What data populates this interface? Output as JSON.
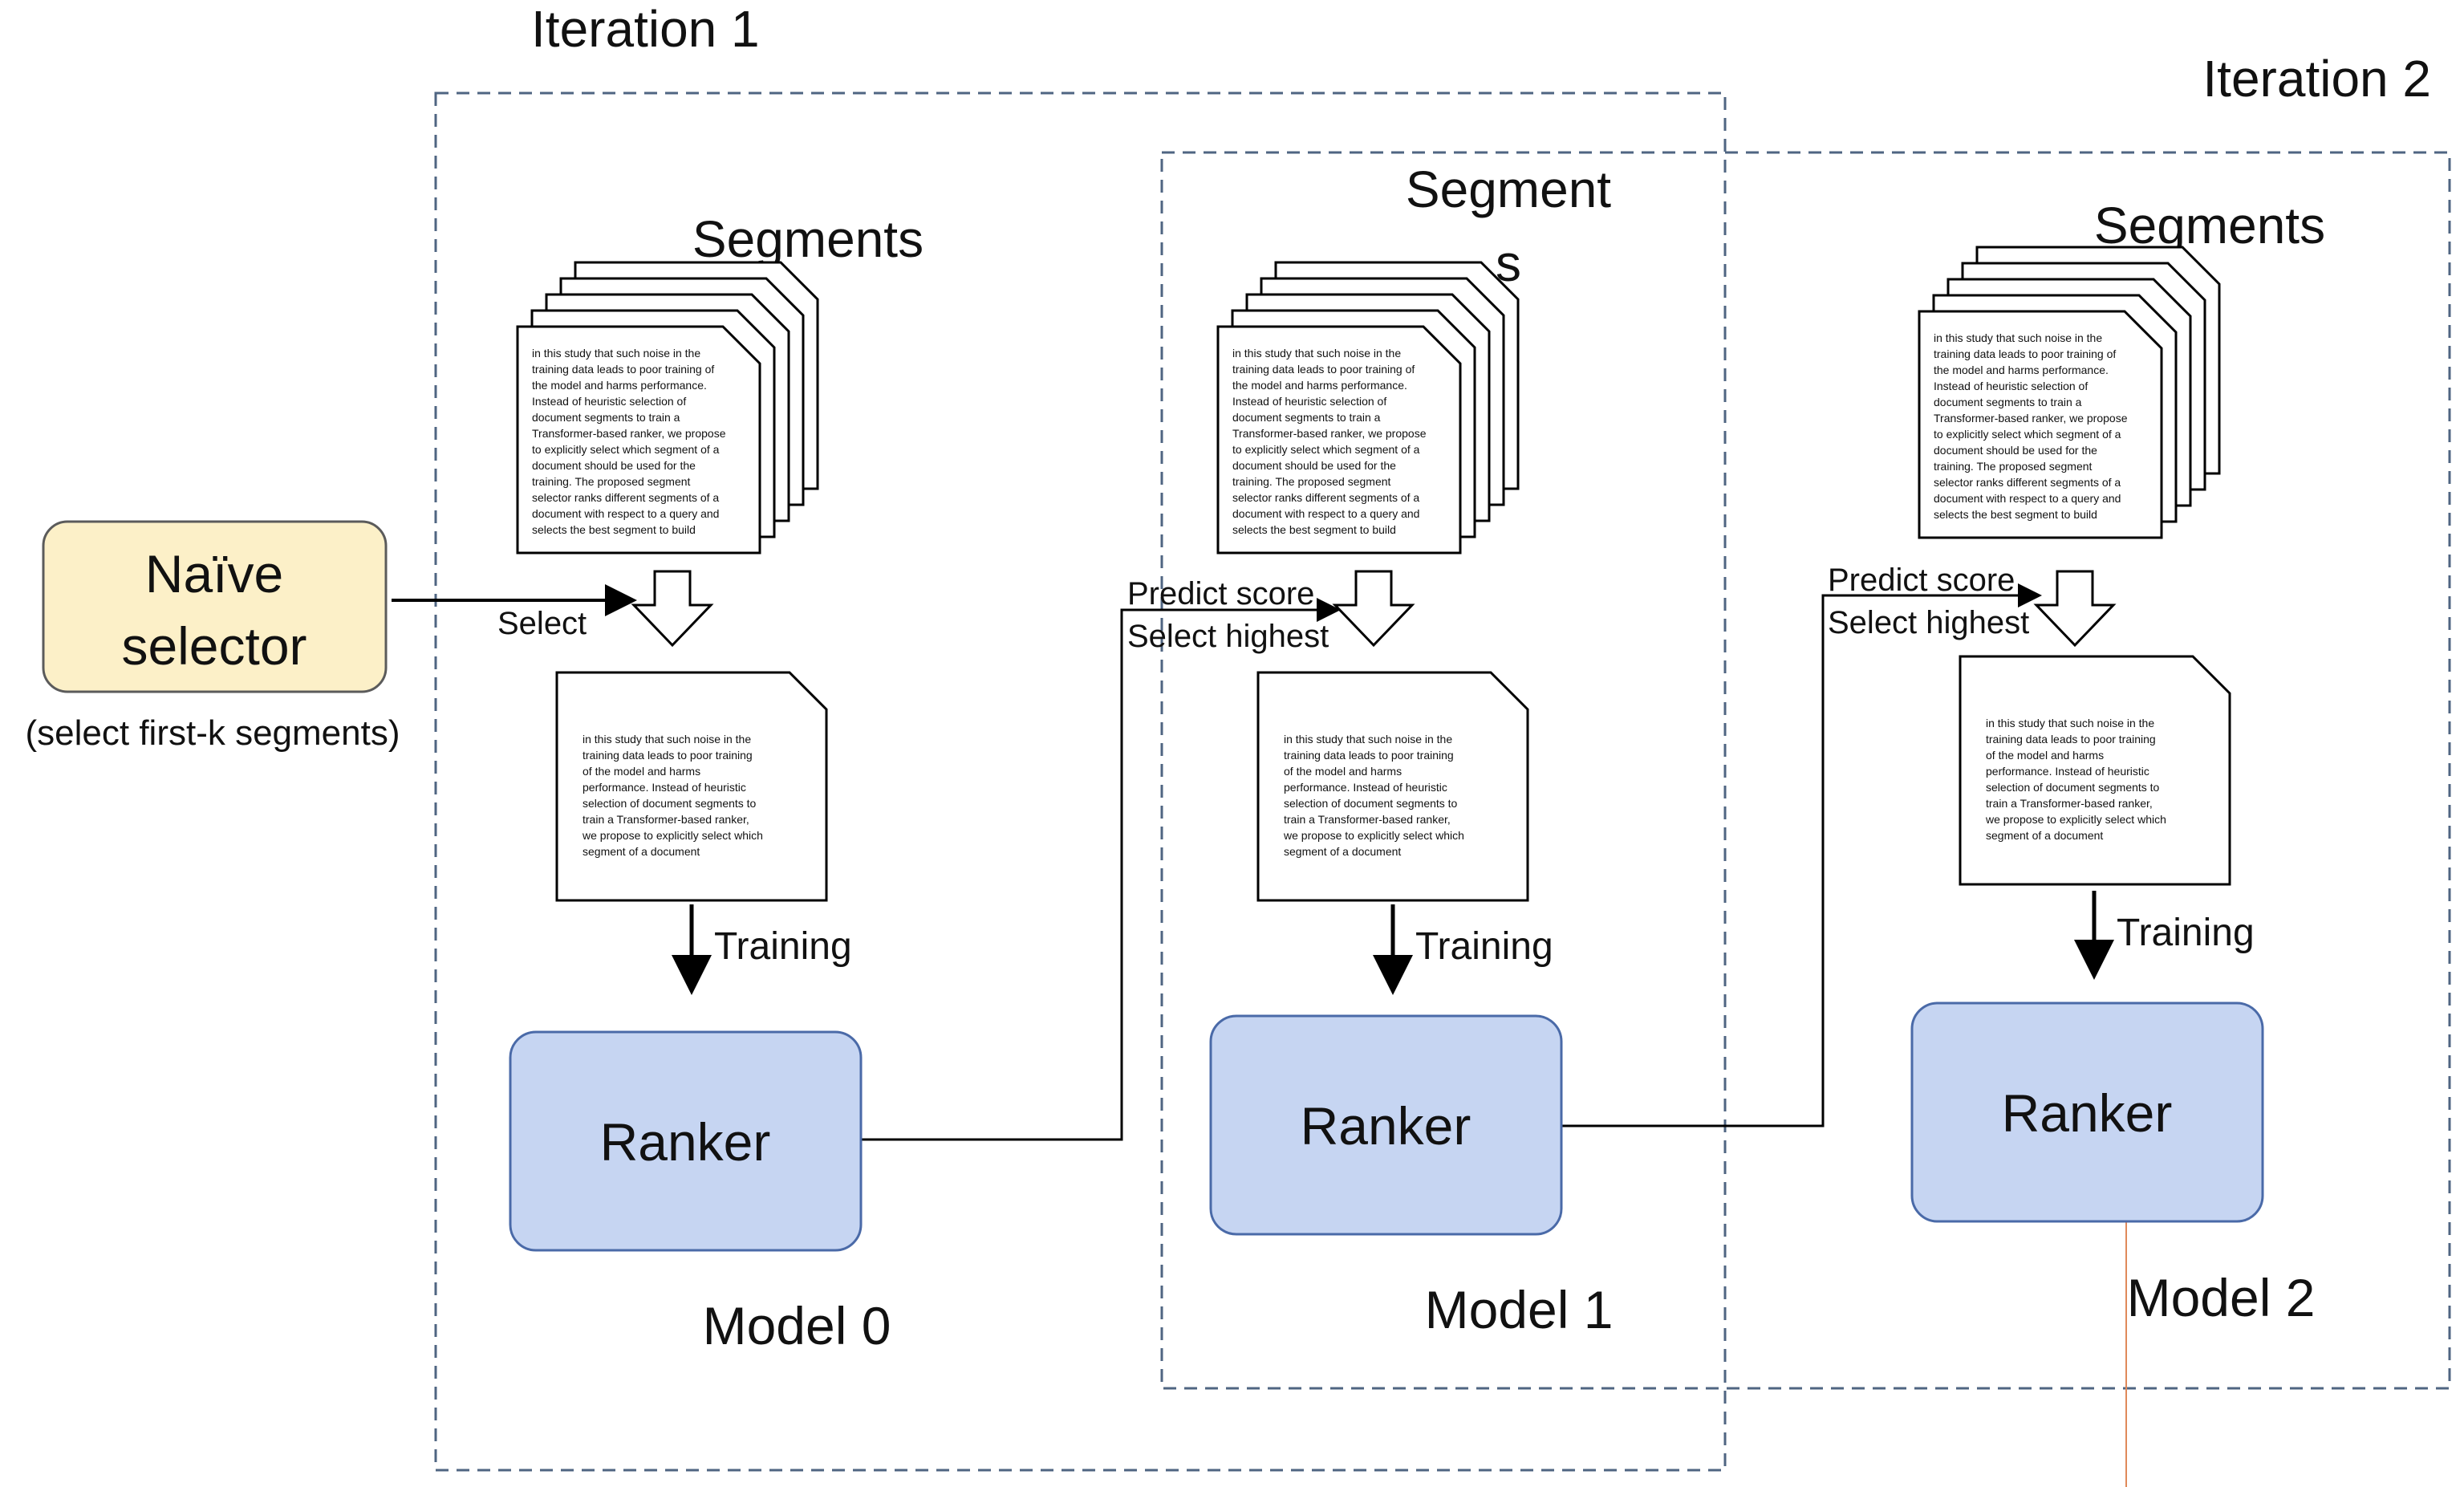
{
  "iterations": [
    {
      "label": "Iteration 1"
    },
    {
      "label": "Iteration 2"
    }
  ],
  "naive_selector": {
    "label_lines": [
      "Naïve",
      "selector"
    ],
    "caption": "(select first-k segments)"
  },
  "stages": [
    {
      "segments_title_lines": [
        "Segments"
      ],
      "input_label_lines": [
        "Select"
      ],
      "training_label": "Training",
      "ranker_label": "Ranker",
      "model_label": "Model 0"
    },
    {
      "segments_title_lines": [
        "Segment",
        "s"
      ],
      "input_label_lines": [
        "Predict score",
        "Select highest"
      ],
      "training_label": "Training",
      "ranker_label": "Ranker",
      "model_label": "Model 1"
    },
    {
      "segments_title_lines": [
        "Segments"
      ],
      "input_label_lines": [
        "Predict score",
        "Select highest"
      ],
      "training_label": "Training",
      "ranker_label": "Ranker",
      "model_label": "Model 2"
    }
  ],
  "segment_text_lines": [
    "in this study that such noise in the",
    "training data leads to poor training of",
    "the model and harms performance.",
    "Instead of heuristic selection of",
    "document segments to train a",
    "Transformer-based ranker, we propose",
    "to explicitly select which segment of a",
    "document should be used for the",
    "training. The proposed segment",
    "selector ranks different segments of a",
    "document with respect to a query and",
    "selects the best segment to build"
  ],
  "selected_text_lines": [
    "in this study that such noise in the",
    "training data leads to poor training",
    "of the model and harms",
    "performance. Instead of heuristic",
    "selection of document segments to",
    "train a Transformer-based ranker,",
    "we propose to explicitly select which",
    "segment of a document"
  ],
  "colors": {
    "selector_fill": "#fcf0c8",
    "ranker_fill": "#c6d5f2",
    "box_stroke": "#5b5b5b",
    "ranker_stroke": "#4a6aa8",
    "dashed_border": "#4f6582",
    "accent_line": "#e08a5a"
  }
}
